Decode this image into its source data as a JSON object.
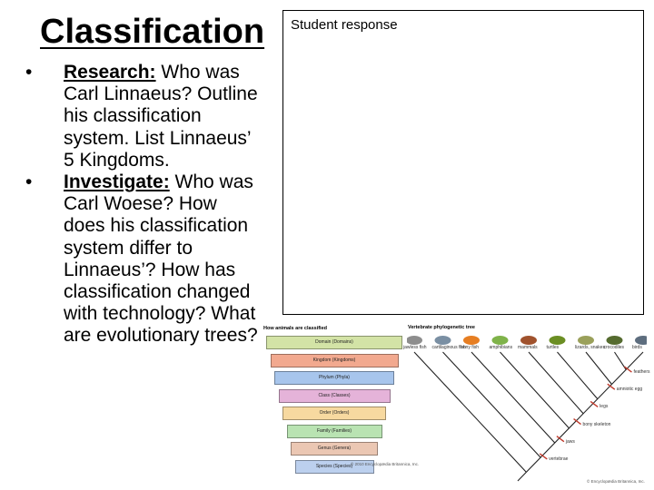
{
  "title": "Classification",
  "bullets": [
    {
      "lead": "Research:",
      "text": " Who was Carl Linnaeus? Outline his classification system. List Linnaeus’ 5 Kingdoms."
    },
    {
      "lead": "Investigate:",
      "text": " Who was Carl Woese? How does his classification system differ to Linnaeus’? How has classification changed with technology? What are evolutionary trees?"
    }
  ],
  "response_label": "Student response",
  "pyramid": {
    "title": "How animals are classified",
    "levels": [
      {
        "label": "Domain (Domains)",
        "color": "#d3e3a6"
      },
      {
        "label": "Kingdom (Kingdoms)",
        "color": "#f2a98f"
      },
      {
        "label": "Phylum (Phyla)",
        "color": "#a7c5ec"
      },
      {
        "label": "Class (Classes)",
        "color": "#e5b3d9"
      },
      {
        "label": "Order (Orders)",
        "color": "#f7d9a0"
      },
      {
        "label": "Family (Families)",
        "color": "#b9e3b2"
      },
      {
        "label": "Genus (Genera)",
        "color": "#ebc7b3"
      },
      {
        "label": "Species (Species)",
        "color": "#bcd0ee"
      }
    ],
    "credit": "© 2010 Encyclopædia Britannica, Inc."
  },
  "tree": {
    "title": "Vertebrate phylogenetic tree",
    "species": [
      "jawless fish",
      "cartilaginous fish",
      "bony fish",
      "amphibians",
      "mammals",
      "turtles",
      "lizards, snakes",
      "crocodiles",
      "birds"
    ],
    "traits": [
      "feathers",
      "amniotic egg",
      "legs",
      "bony skeleton",
      "jaws",
      "vertebrae"
    ],
    "credit": "© Encyclopædia Britannica, Inc."
  }
}
